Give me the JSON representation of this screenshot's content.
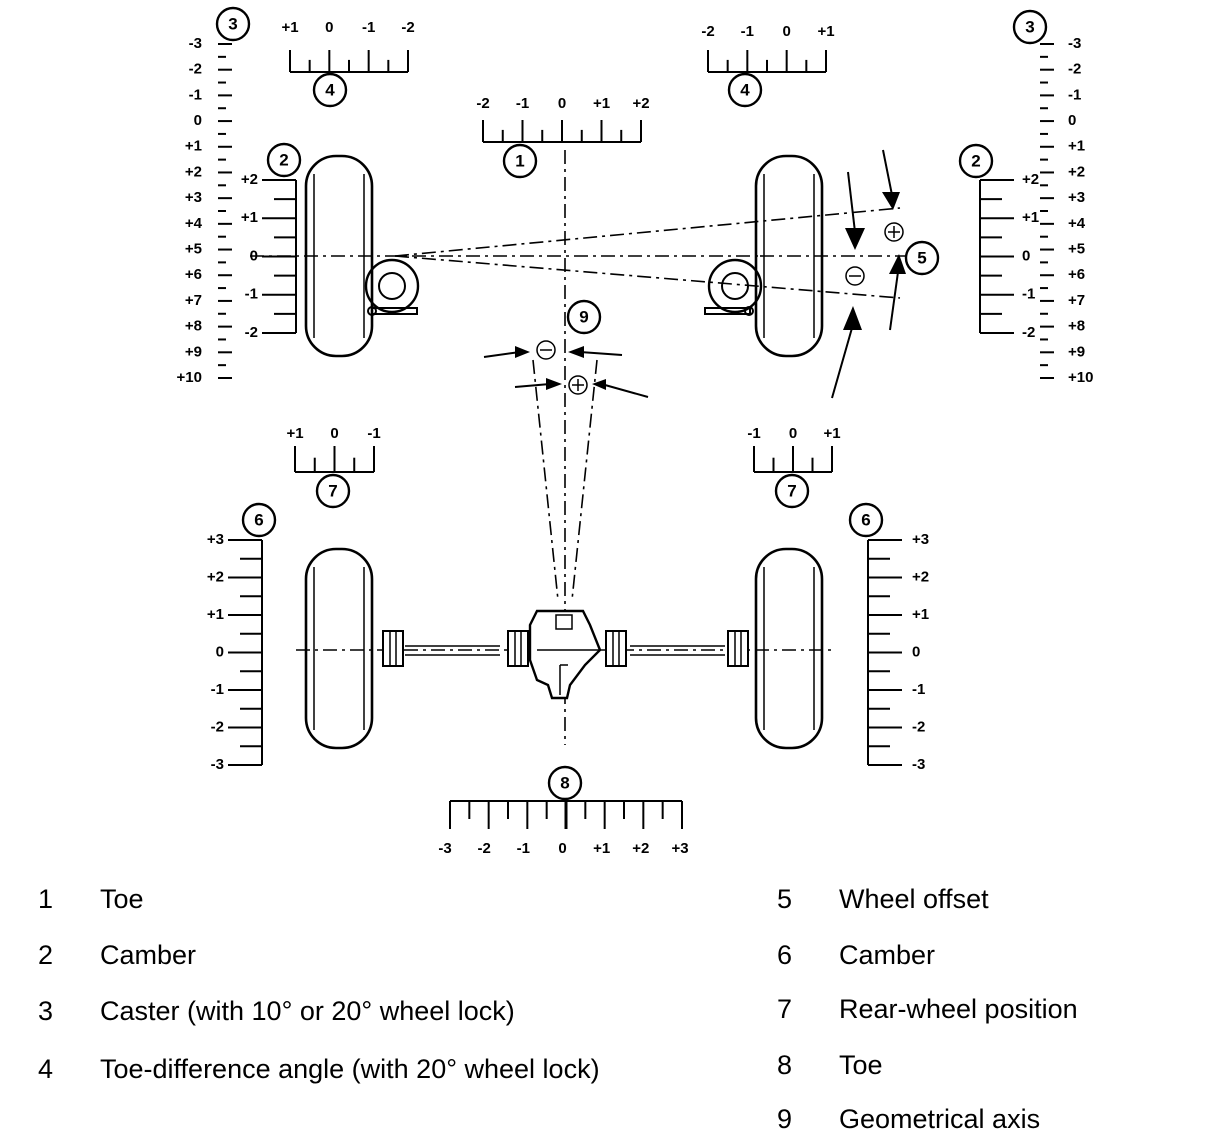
{
  "diagram": {
    "title": "Wheel alignment measurement diagram",
    "callouts": {
      "toe_front": "1",
      "camber_front_left": "2",
      "camber_front_right": "2",
      "caster_left": "3",
      "caster_right": "3",
      "toe_diff_left": "4",
      "toe_diff_right": "4",
      "wheel_offset": "5",
      "camber_rear_left": "6",
      "camber_rear_right": "6",
      "rear_pos_left": "7",
      "rear_pos_right": "7",
      "toe_rear": "8",
      "geometrical_axis": "9"
    },
    "scales": {
      "caster_left": [
        "-3",
        "-2",
        "-1",
        "0",
        "+1",
        "+2",
        "+3",
        "+4",
        "+5",
        "+6",
        "+7",
        "+8",
        "+9",
        "+10"
      ],
      "caster_right": [
        "-3",
        "-2",
        "-1",
        "0",
        "+1",
        "+2",
        "+3",
        "+4",
        "+5",
        "+6",
        "+7",
        "+8",
        "+9",
        "+10"
      ],
      "toe_diff_left": [
        "+1",
        "0",
        "-1",
        "-2"
      ],
      "toe_diff_right": [
        "-2",
        "-1",
        "0",
        "+1"
      ],
      "toe_front": [
        "-2",
        "-1",
        "0",
        "+1",
        "+2"
      ],
      "camber_front_left": [
        "+2",
        "+1",
        "0",
        "-1",
        "-2"
      ],
      "camber_front_right": [
        "+2",
        "+1",
        "0",
        "-1",
        "-2"
      ],
      "rear_pos_left": [
        "+1",
        "0",
        "-1"
      ],
      "rear_pos_right": [
        "-1",
        "0",
        "+1"
      ],
      "camber_rear_left": [
        "+3",
        "+2",
        "+1",
        "0",
        "-1",
        "-2",
        "-3"
      ],
      "camber_rear_right": [
        "+3",
        "+2",
        "+1",
        "0",
        "-1",
        "-2",
        "-3"
      ],
      "toe_rear": [
        "-3",
        "-2",
        "-1",
        "0",
        "+1",
        "+2",
        "+3"
      ]
    },
    "symbols": {
      "plus": "+",
      "minus": "−"
    }
  },
  "legend": {
    "left": [
      {
        "num": "1",
        "text": "Toe"
      },
      {
        "num": "2",
        "text": "Camber"
      },
      {
        "num": "3",
        "text": "Caster (with 10° or 20° wheel lock)"
      },
      {
        "num": "4",
        "text": "Toe-difference angle (with 20° wheel lock)"
      }
    ],
    "right": [
      {
        "num": "5",
        "text": "Wheel offset"
      },
      {
        "num": "6",
        "text": "Camber"
      },
      {
        "num": "7",
        "text": "Rear-wheel position"
      },
      {
        "num": "8",
        "text": "Toe"
      },
      {
        "num": "9",
        "text": "Geometrical axis"
      }
    ]
  }
}
